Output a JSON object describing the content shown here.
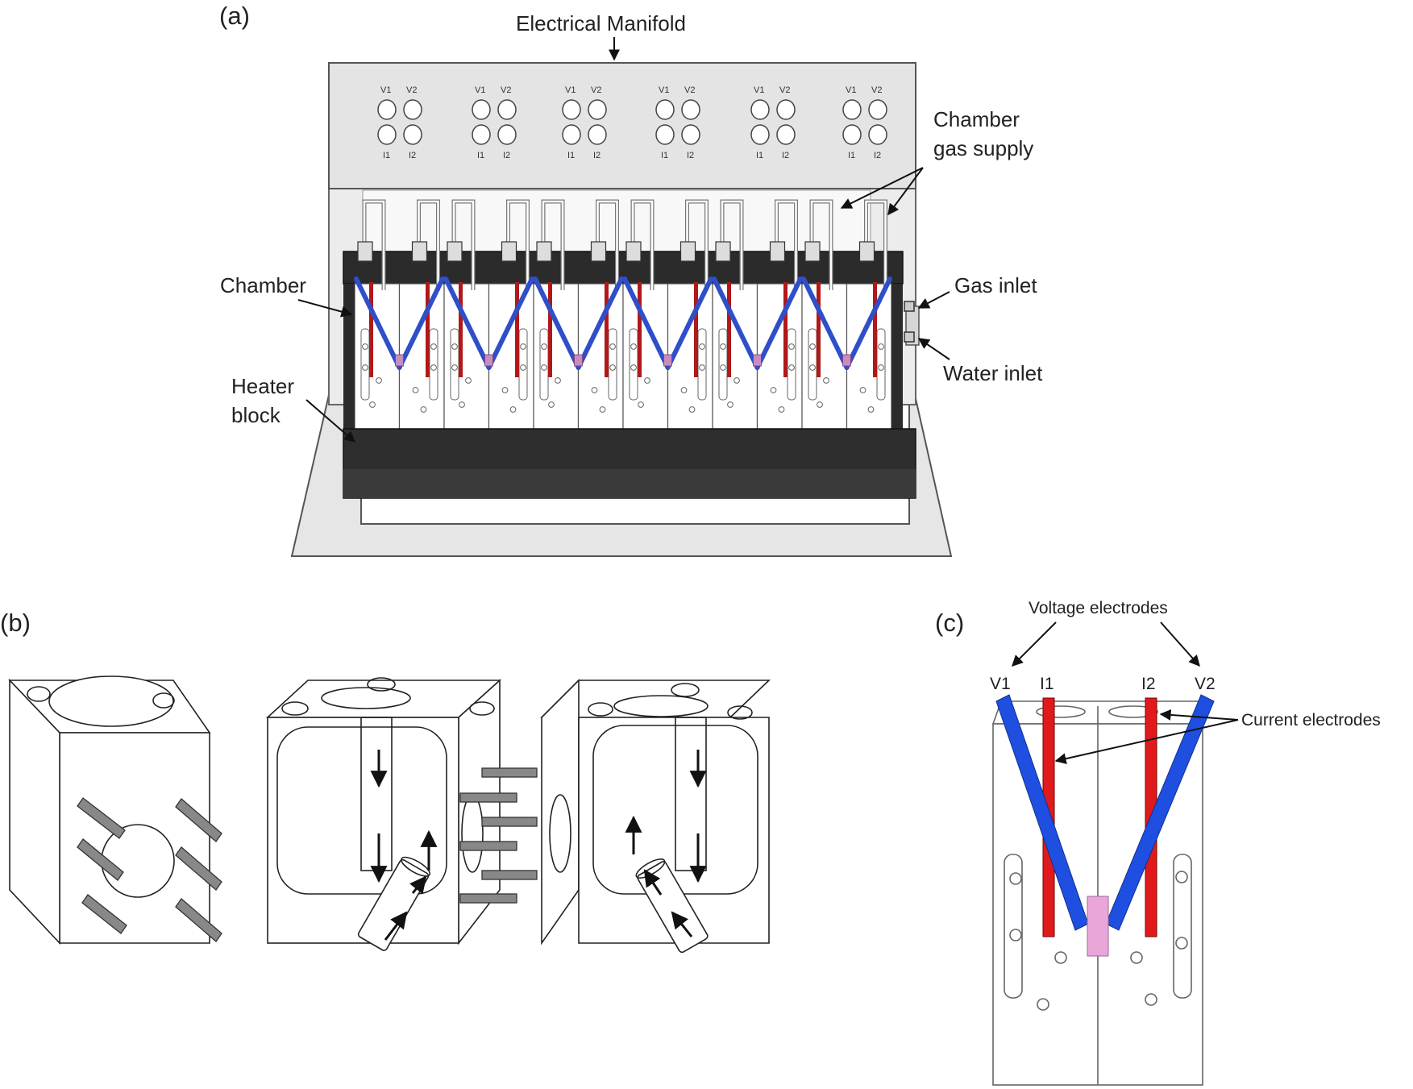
{
  "panel_a": {
    "tag": "(a)",
    "manifold_label": "Electrical Manifold",
    "jack_top": [
      "V1",
      "V2"
    ],
    "jack_bottom": [
      "I1",
      "I2"
    ],
    "chamber_label": "Chamber",
    "heater_label_line1": "Heater",
    "heater_label_line2": "block",
    "gas_supply_line1": "Chamber",
    "gas_supply_line2": "gas supply",
    "gas_inlet_label": "Gas inlet",
    "water_inlet_label": "Water inlet",
    "colors": {
      "voltage_electrode": "#2f4fc9",
      "current_electrode": "#b01919",
      "block": "#2b2b2b",
      "manifold": "#e4e4e4"
    }
  },
  "panel_b": {
    "tag": "(b)"
  },
  "panel_c": {
    "tag": "(c)",
    "voltage_label": "Voltage electrodes",
    "current_label": "Current electrodes",
    "electrode_labels": [
      "V1",
      "I1",
      "I2",
      "V2"
    ],
    "colors": {
      "voltage_electrode": "#1f4fe0",
      "current_electrode": "#e01a1a",
      "tissue": "#e8a6d9"
    }
  }
}
